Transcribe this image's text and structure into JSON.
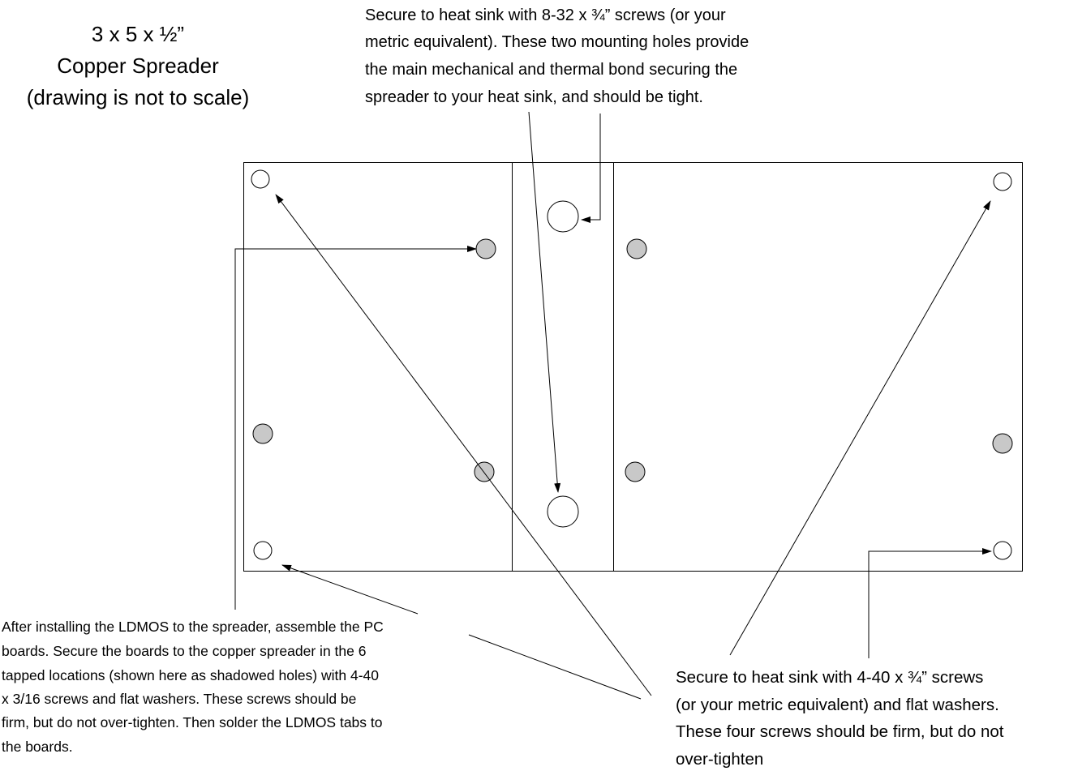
{
  "title": {
    "lines": [
      "3 x 5 x ½”",
      "Copper Spreader",
      "(drawing is not to scale)"
    ]
  },
  "notes": {
    "top": [
      "Secure to heat sink with 8-32 x ¾” screws (or your",
      "metric equivalent). These two mounting holes provide",
      "the main mechanical and thermal bond securing the",
      "spreader to your heat sink, and should be tight."
    ],
    "bottom_left": [
      "After installing the LDMOS to the spreader, assemble the PC",
      "boards. Secure the boards to the copper spreader in the 6",
      "tapped locations (shown here as shadowed holes) with 4-40",
      "x 3/16 screws and flat washers. These screws should be",
      "firm, but do not over-tighten. Then solder the LDMOS tabs to",
      "the boards."
    ],
    "bottom_right": [
      "Secure to heat sink with 4-40 x ¾” screws",
      "(or your metric equivalent) and flat washers.",
      "These four screws should be firm, but do not",
      "over-tighten"
    ]
  },
  "colors": {
    "tapped_hole": "#c8c8c8",
    "open_hole": "#ffffff",
    "line": "#000000"
  }
}
